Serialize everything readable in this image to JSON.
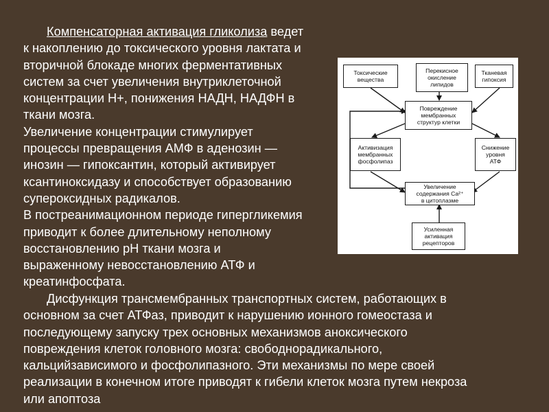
{
  "paragraph1": {
    "lead_underlined": "Компенсаторная активация гликолиза",
    "lines": [
      " ведет",
      "к накоплению до токсического уровня лактата и",
      "вторичной блокаде многих ферментативных",
      "систем за счет увеличения внутриклеточной",
      "концентрации Н+, понижения НАДН, НАДФН в",
      "ткани мозга.",
      "Увеличение концентрации стимулирует",
      "процессы превращения АМФ в аденозин —",
      "инозин — гипоксантин, который активирует",
      "ксантиноксидазу и способствует образованию",
      "супероксидных радикалов.",
      "В постреанимационном периоде гипергликемия",
      "приводит к более длительному неполному",
      "восстановлению рН ткани мозга и",
      "выраженному невосстановлению АТФ и",
      "креатинфосфата."
    ]
  },
  "paragraph2": {
    "lines": [
      "Дисфункция трансмембранных транспортных систем, работающих в",
      "основном за счет АТФаз, приводит к нарушению ионного гомеостаза и",
      "последующему запуску трех основных механизмов аноксического",
      "повреждения клеток головного мозга: свободнорадикального,",
      "кальцийзависимого и фосфолипазного. Эти механизмы по мере своей",
      "реализации в конечном итоге приводят к гибели клеток мозга путем некроза",
      "или апоптоза"
    ]
  },
  "diagram": {
    "toxic": [
      "Токсические",
      "вещества"
    ],
    "peroxidation": [
      "Перекисное",
      "окисление",
      "липидов"
    ],
    "hypoxia": [
      "Тканевая",
      "гипоксия"
    ],
    "membrane_damage": [
      "Повреждение",
      "мембранных",
      "структур клетки"
    ],
    "phospholipase": [
      "Активизация",
      "мембранных",
      "фосфолипаз"
    ],
    "atp_decrease": [
      "Снижение",
      "уровня",
      "АТФ"
    ],
    "calcium": [
      "Увеличение",
      "содержания Ca²⁺",
      "в цитоплазме"
    ],
    "receptors": [
      "Усиленная",
      "активация",
      "рецепторов"
    ]
  }
}
